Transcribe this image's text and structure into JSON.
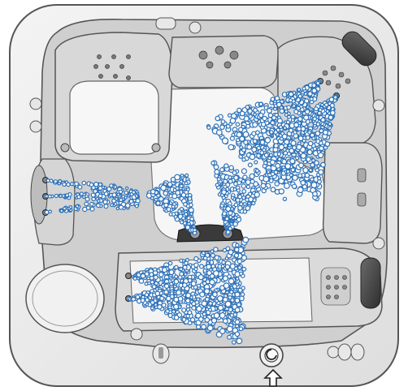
{
  "diagram": {
    "subject": "hot-tub-top-view",
    "colors": {
      "shell": "#ececec",
      "shell_edge": "#555555",
      "seat": "#d9d9d9",
      "seat_dark": "#bdbdbd",
      "floor": "#f7f7f7",
      "pillow": "#4a4a4a",
      "jet_stream": "#2f72b8",
      "jet_stream_light": "#ffffff",
      "arrow": "#ffffff"
    },
    "icons": [
      "power-button-icon",
      "up-arrow-icon",
      "control-knob-icon"
    ],
    "jet_streams": [
      {
        "name": "left-wall-jets",
        "count": 3
      },
      {
        "name": "floor-center-jets",
        "count": 2
      },
      {
        "name": "corner-seat-jets",
        "count": 2
      },
      {
        "name": "lounger-jets",
        "count": 2
      }
    ]
  }
}
